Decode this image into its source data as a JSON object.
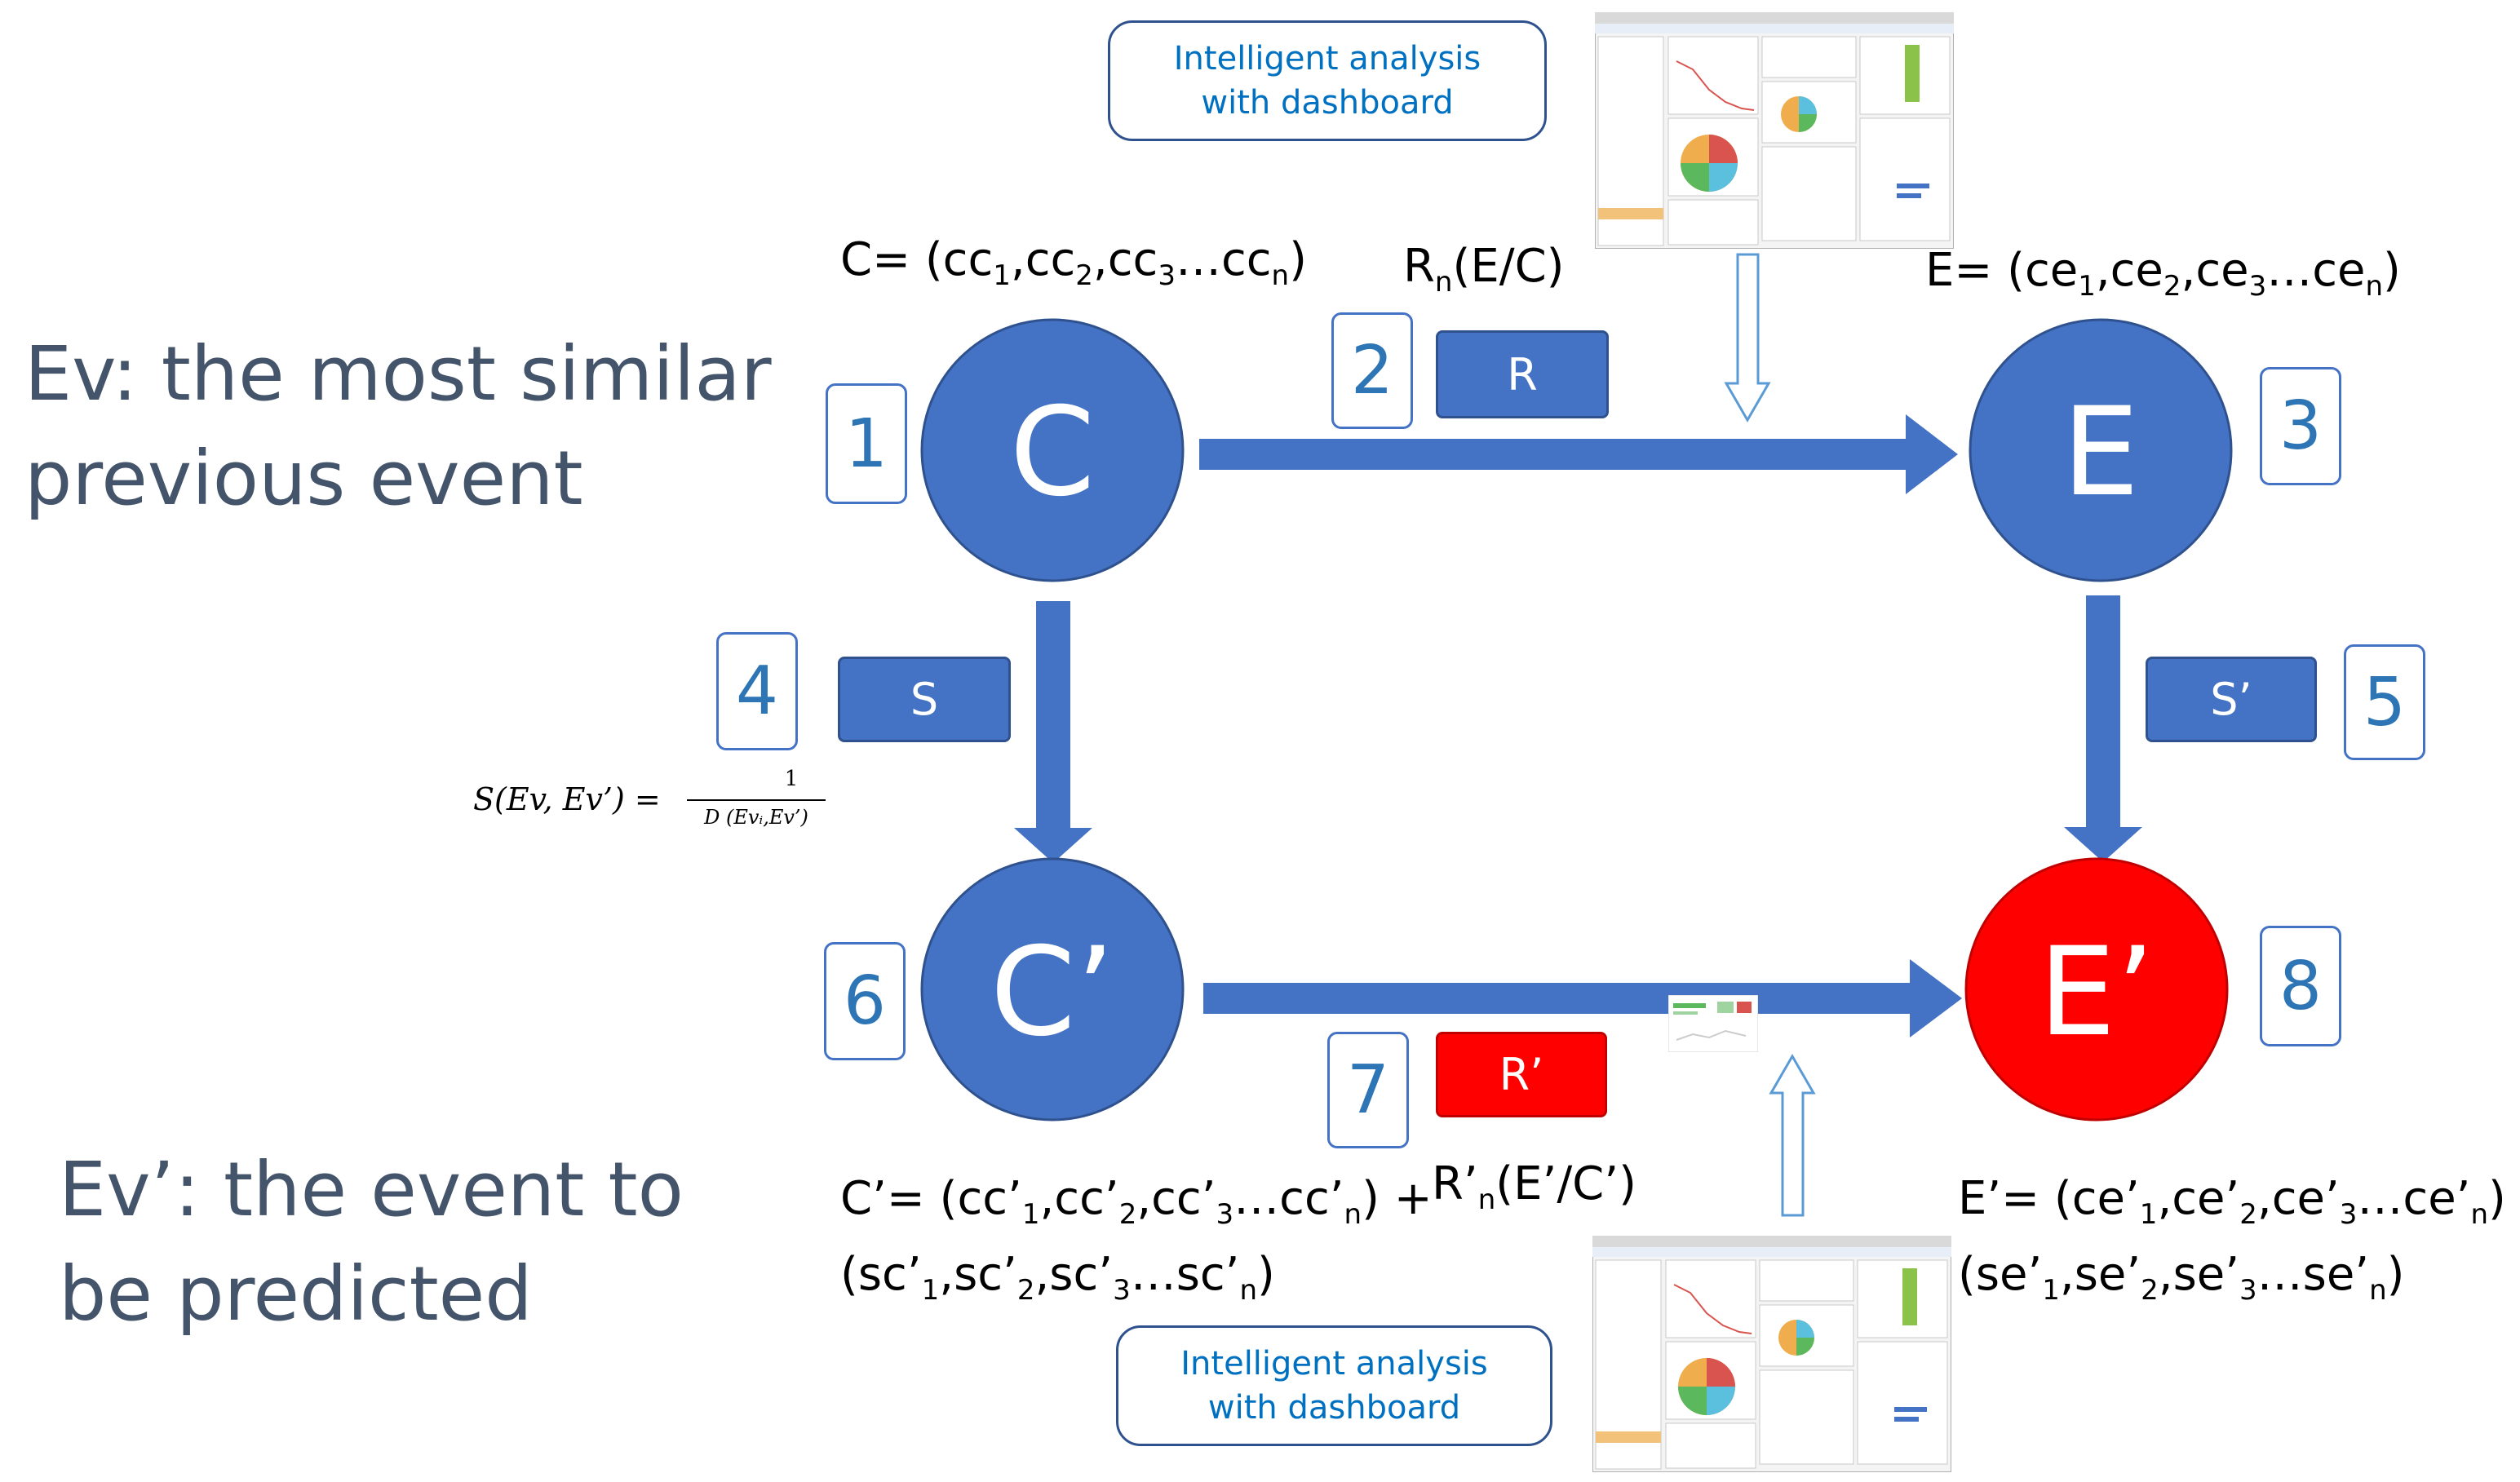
{
  "ev_label": "Ev: the most similar\nprevious event",
  "ev_prime_label": "Ev’: the event to\nbe predicted",
  "nodes": {
    "c": "C",
    "e": "E",
    "c_prime": "C’",
    "e_prime": "E’"
  },
  "formulas": {
    "c_base": "C= (cc",
    "c_parts": [
      "1",
      ",cc",
      "2",
      ",cc",
      "3",
      "…cc",
      "n",
      ")"
    ],
    "e_base": "E= (ce",
    "e_parts": [
      "1",
      ",ce",
      "2",
      ",ce",
      "3",
      "…ce",
      "n",
      ")"
    ],
    "rn_base": "R",
    "rn_sub": "n",
    "rn_rest": "(E/C)",
    "rn_prime_base": "R’",
    "rn_prime_sub": "n",
    "rn_prime_rest": "(E’/C’)"
  },
  "c_prime_formula": {
    "line1": [
      "C’= (cc’",
      "1",
      ",cc’",
      "2",
      ",cc’",
      "3",
      "…cc’",
      "n",
      ") +"
    ],
    "line2": [
      "(sc’",
      "1",
      ",sc’",
      "2",
      ",sc’",
      "3",
      "…sc’",
      "n",
      ")"
    ]
  },
  "e_prime_formula": {
    "line1": [
      "E’= (ce’",
      "1",
      ",ce’",
      "2",
      ",ce’",
      "3",
      "…ce’",
      "n",
      ") +"
    ],
    "line2": [
      "(se’",
      "1",
      ",se’",
      "2",
      ",se’",
      "3",
      "…se’",
      "n",
      ")"
    ]
  },
  "step_numbers": [
    "1",
    "2",
    "3",
    "4",
    "5",
    "6",
    "7",
    "8"
  ],
  "tags": {
    "r": "R",
    "s": "S",
    "s_prime": "S’",
    "r_prime": "R’"
  },
  "similarity": {
    "lhs": "S(Ev, Ev’) =",
    "numerator": "1",
    "denominator": "D (Evᵢ,Ev’)"
  },
  "intelligent_analysis_top": "Intelligent analysis with dashboard",
  "intelligent_analysis_bottom": "Intelligent analysis with dashboard",
  "colors": {
    "node_blue": "#4472C4",
    "node_red": "#FF0000",
    "arrow_blue": "#4472C4",
    "number_text": "#2E75B6",
    "ev_text": "#44546A"
  }
}
